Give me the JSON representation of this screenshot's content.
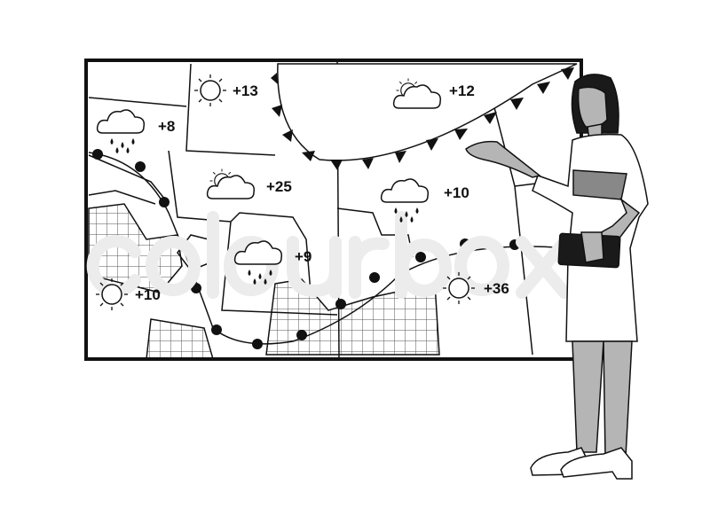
{
  "illustration": {
    "watermark": "colourbox",
    "colors": {
      "ink": "#111111",
      "skin": "#b5b5b5",
      "hair": "#1a1a1a",
      "grid": "#555555"
    },
    "forecasts": [
      {
        "icon": "sun-icon",
        "temp": "+13"
      },
      {
        "icon": "partly-cloudy-icon",
        "temp": "+12"
      },
      {
        "icon": "rain-cloud-icon",
        "temp": "+8"
      },
      {
        "icon": "partly-cloudy-icon",
        "temp": "+25"
      },
      {
        "icon": "rain-cloud-icon",
        "temp": "+10"
      },
      {
        "icon": "rain-cloud-icon",
        "temp": "+9"
      },
      {
        "icon": "sun-icon",
        "temp": "+10"
      },
      {
        "icon": "sun-icon",
        "temp": "+36"
      }
    ]
  }
}
